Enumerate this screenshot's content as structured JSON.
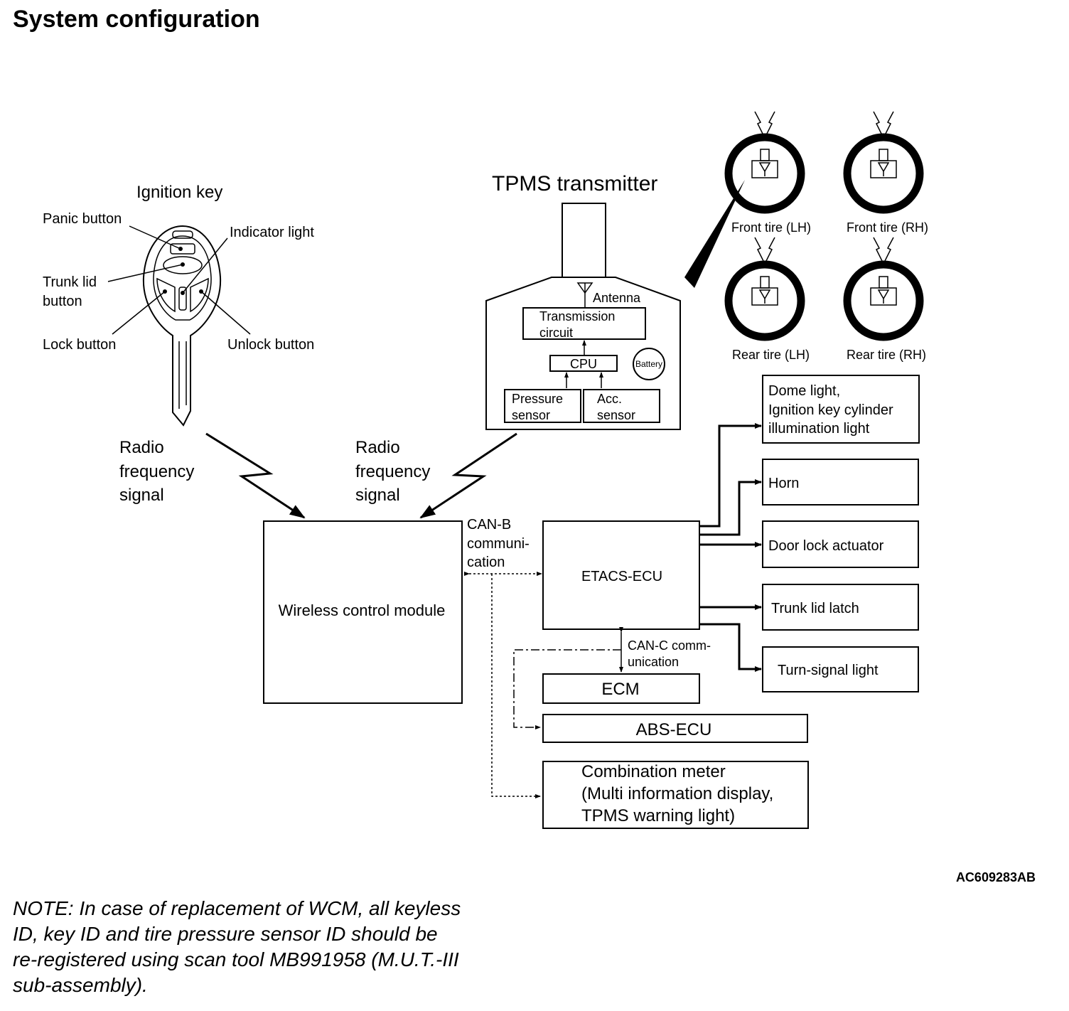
{
  "title": "System configuration",
  "ignition_key": {
    "title": "Ignition key",
    "panic_button": "Panic button",
    "indicator_light": "Indicator light",
    "trunk_lid_button_line1": "Trunk lid",
    "trunk_lid_button_line2": "button",
    "lock_button": "Lock button",
    "unlock_button": "Unlock button"
  },
  "tpms": {
    "title": "TPMS transmitter",
    "antenna": "Antenna",
    "transmission_line1": "Transmission",
    "transmission_line2": "circuit",
    "cpu": "CPU",
    "battery": "Battery",
    "pressure_line1": "Pressure",
    "pressure_line2": "sensor",
    "acc_line1": "Acc.",
    "acc_line2": "sensor"
  },
  "tires": {
    "front_lh": "Front tire (LH)",
    "front_rh": "Front tire (RH)",
    "rear_lh": "Rear tire (LH)",
    "rear_rh": "Rear tire (RH)"
  },
  "signal_left": [
    "Radio",
    "frequency",
    "signal"
  ],
  "signal_right": [
    "Radio",
    "frequency",
    "signal"
  ],
  "wcm": "Wireless control module",
  "can_b": [
    "CAN-B",
    "communi-",
    "cation"
  ],
  "etacs": "ETACS-ECU",
  "can_c": [
    "CAN-C comm-",
    "unication"
  ],
  "outputs": {
    "dome_line1": "Dome light,",
    "dome_line2": "Ignition key cylinder",
    "dome_line3": "illumination light",
    "horn": "Horn",
    "door_lock": "Door lock actuator",
    "trunk_latch": "Trunk lid latch",
    "turn_signal": "Turn-signal light"
  },
  "ecm": "ECM",
  "abs": "ABS-ECU",
  "meter": {
    "line1": "Combination meter",
    "line2": "(Multi information display,",
    "line3": "TPMS warning light)"
  },
  "figure_code": "AC609283AB",
  "note": {
    "line1": "NOTE: In case of replacement of WCM, all keyless",
    "line2": "ID, key ID and tire pressure sensor ID should be",
    "line3": "re-registered using scan tool MB991958 (M.U.T.-III",
    "line4": "sub-assembly)."
  }
}
